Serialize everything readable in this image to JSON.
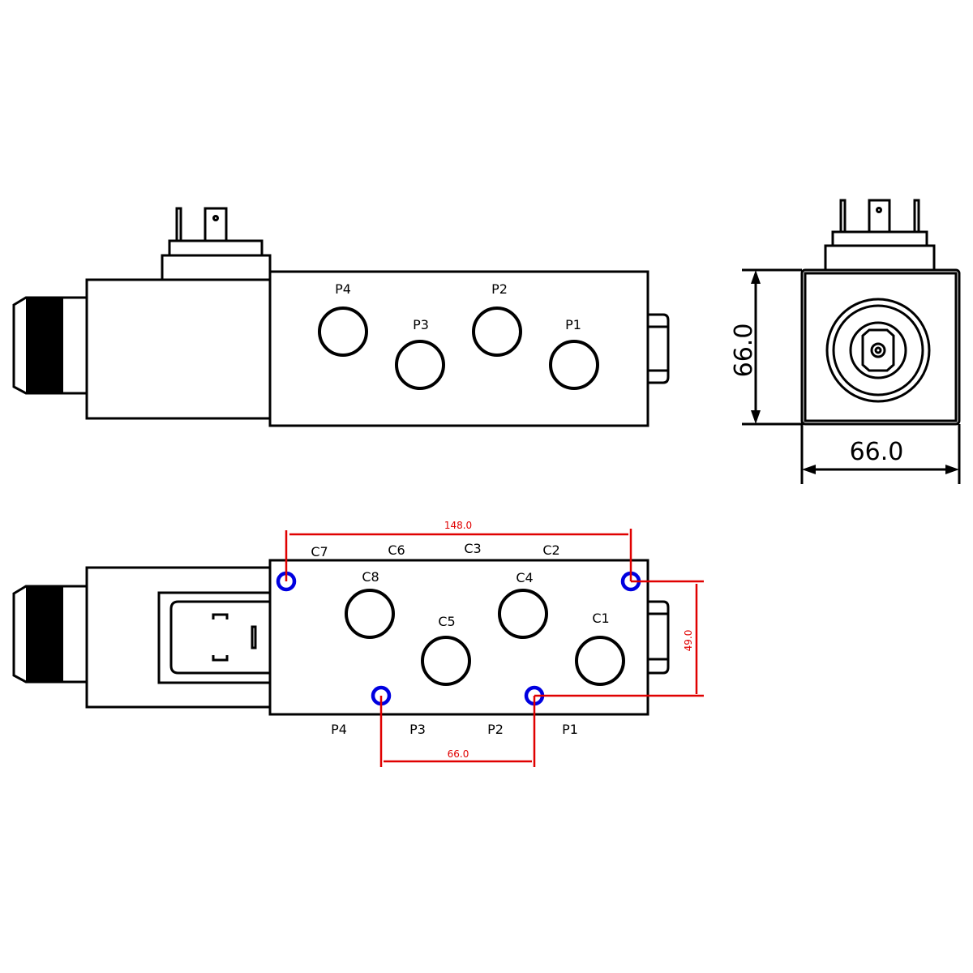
{
  "top_view": {
    "port_labels": {
      "p4": "P4",
      "p3": "P3",
      "p2": "P2",
      "p1": "P1"
    }
  },
  "side_view": {
    "height_dim": "66.0",
    "width_dim": "66.0"
  },
  "bottom_view": {
    "top_labels": {
      "c7": "C7",
      "c6": "C6",
      "c3": "C3",
      "c2": "C2"
    },
    "port_labels": {
      "c8": "C8",
      "c4": "C4",
      "c5": "C5",
      "c1": "C1"
    },
    "bottom_labels": {
      "p4": "P4",
      "p3": "P3",
      "p2": "P2",
      "p1": "P1"
    },
    "dimensions": {
      "hole_spacing_x": "148.0",
      "hole_spacing_y": "49.0",
      "hole_spacing_bottom": "66.0"
    }
  },
  "colors": {
    "dimension": "#e00000",
    "mount_hole": "#0000e0"
  }
}
